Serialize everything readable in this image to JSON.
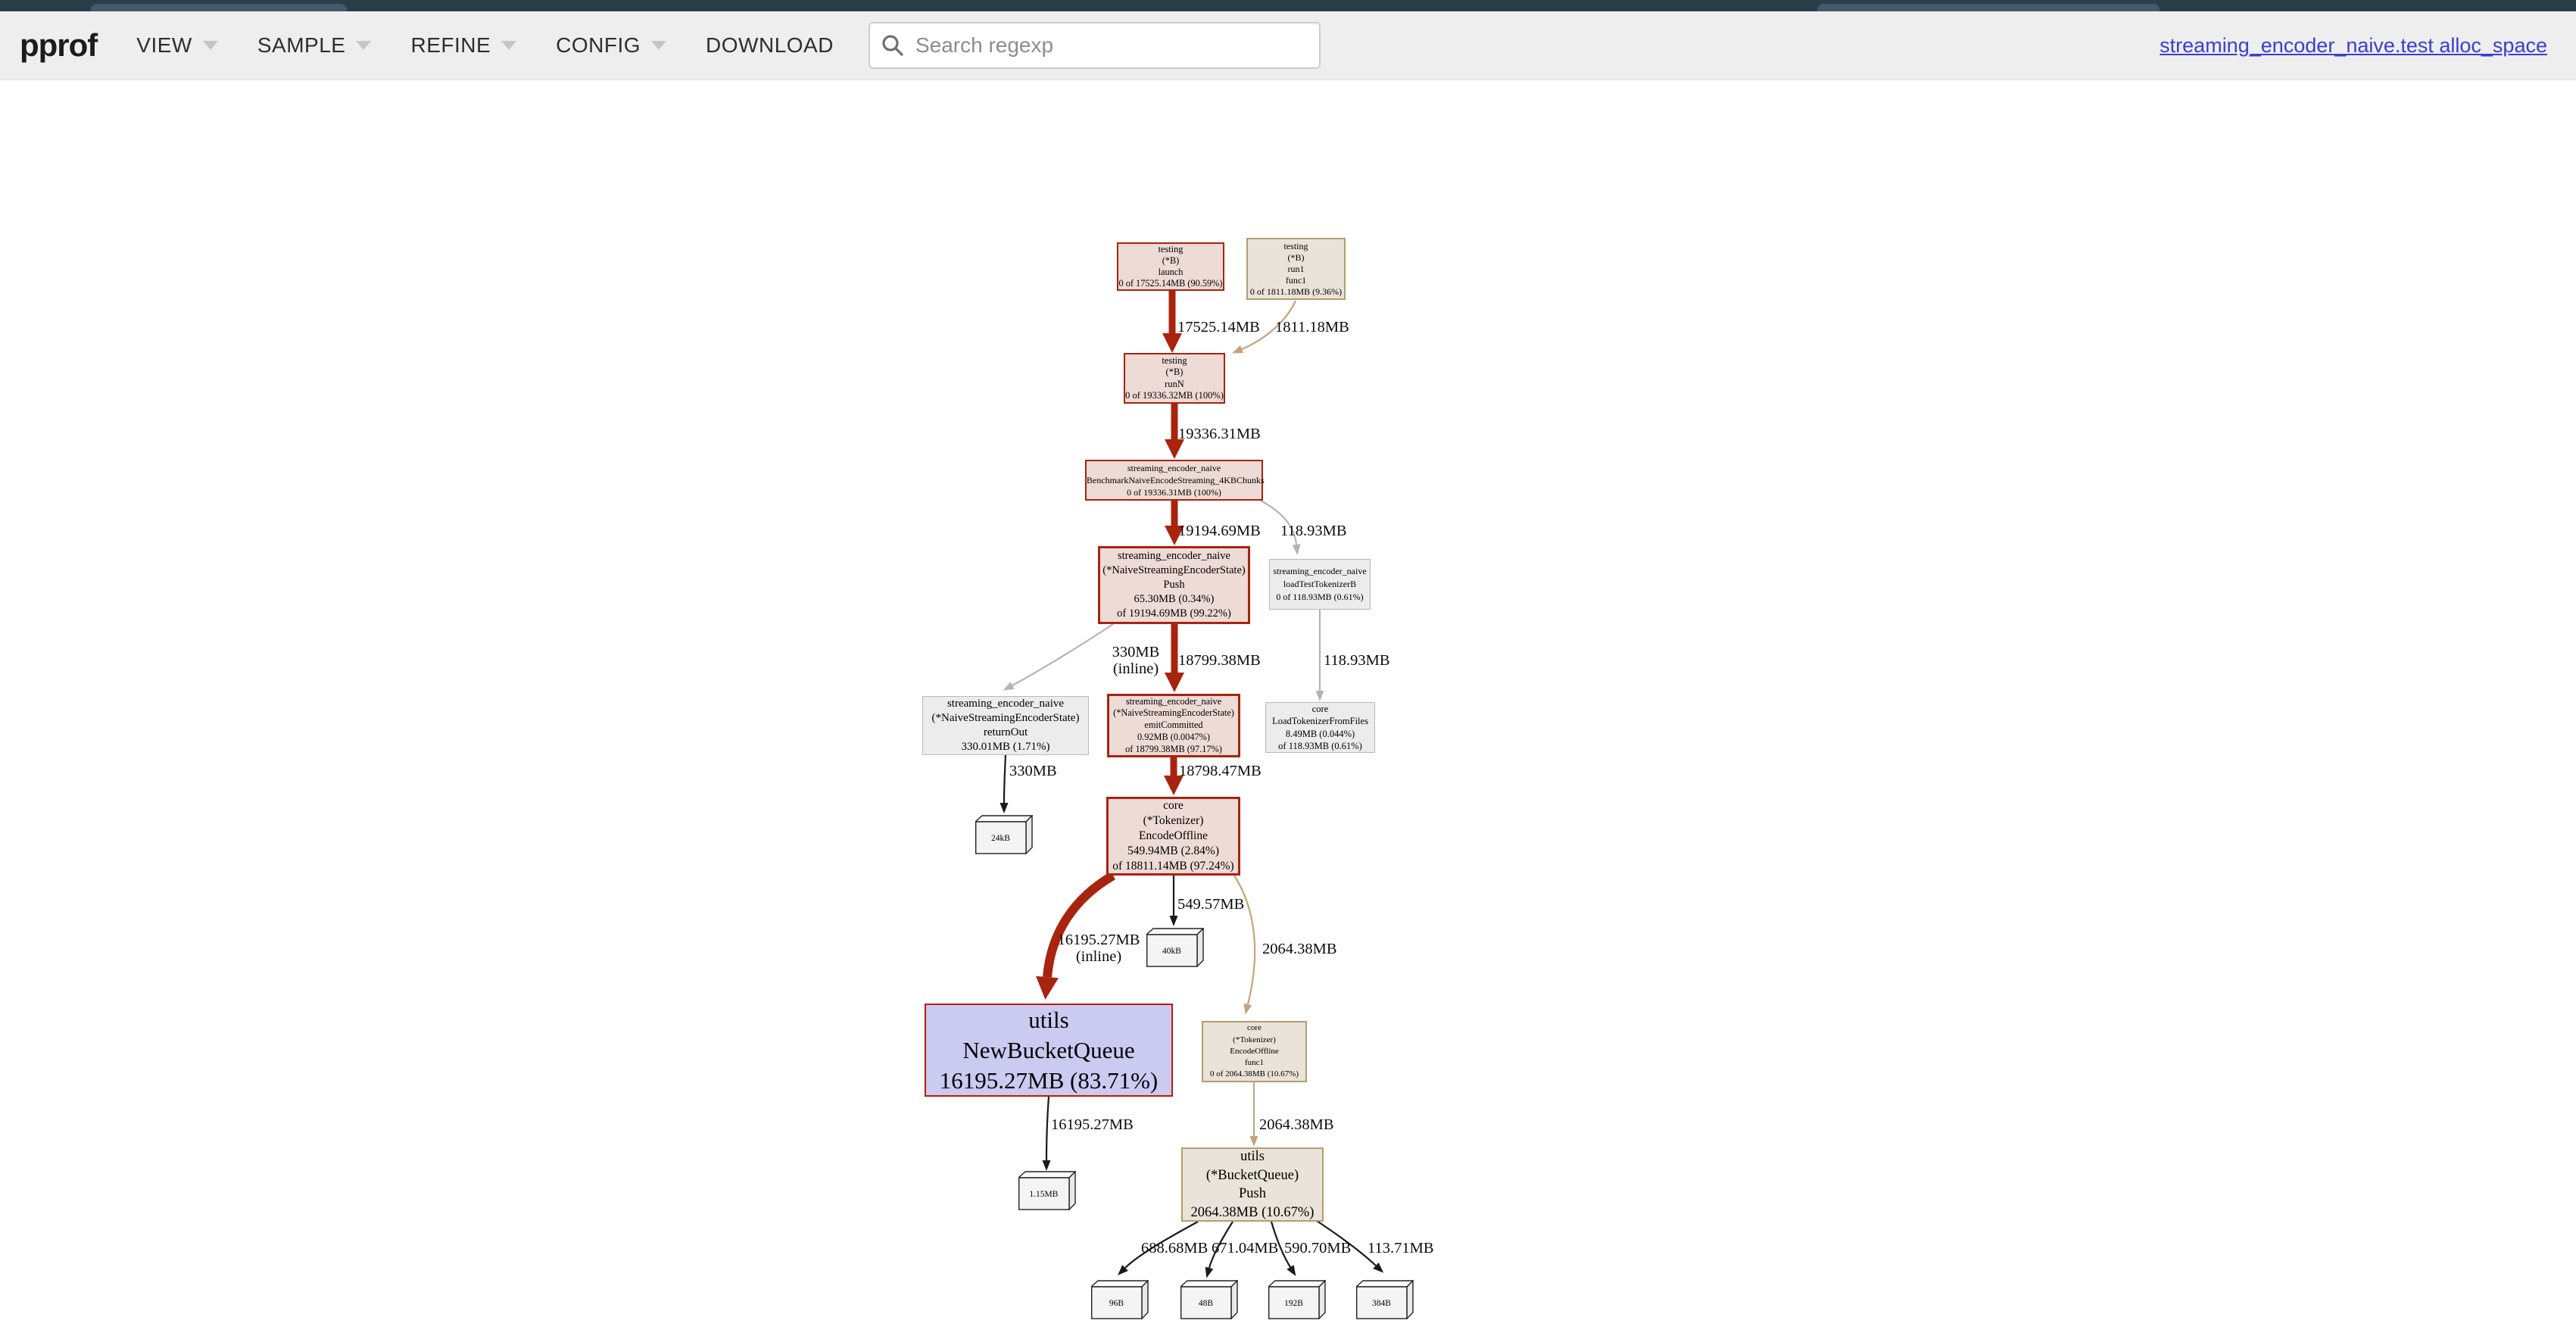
{
  "navbar": {
    "logo": "pprof",
    "menus": [
      {
        "label": "VIEW",
        "has_dropdown": true
      },
      {
        "label": "SAMPLE",
        "has_dropdown": true
      },
      {
        "label": "REFINE",
        "has_dropdown": true
      },
      {
        "label": "CONFIG",
        "has_dropdown": true
      },
      {
        "label": "DOWNLOAD",
        "has_dropdown": false
      }
    ],
    "search_placeholder": "Search regexp",
    "profile_link": "streaming_encoder_naive.test alloc_space"
  },
  "graph": {
    "nodes": {
      "launch": {
        "text": "testing\n(*B)\nlaunch\n0 of 17525.14MB (90.59%)"
      },
      "run1func1": {
        "text": "testing\n(*B)\nrun1\nfunc1\n0 of 1811.18MB (9.36%)"
      },
      "runN": {
        "text": "testing\n(*B)\nrunN\n0 of 19336.32MB (100%)"
      },
      "bench": {
        "text": "streaming_encoder_naive\nBenchmarkNaiveEncodeStreaming_4KBChunks\n0 of 19336.31MB (100%)"
      },
      "push": {
        "text": "streaming_encoder_naive\n(*NaiveStreamingEncoderState)\nPush\n65.30MB (0.34%)\nof 19194.69MB (99.22%)"
      },
      "loadtest": {
        "text": "streaming_encoder_naive\nloadTestTokenizerB\n0 of 118.93MB (0.61%)"
      },
      "returnout": {
        "text": "streaming_encoder_naive\n(*NaiveStreamingEncoderState)\nreturnOut\n330.01MB (1.71%)"
      },
      "emit": {
        "text": "streaming_encoder_naive\n(*NaiveStreamingEncoderState)\nemitCommitted\n0.92MB (0.0047%)\nof 18799.38MB (97.17%)"
      },
      "ltff": {
        "text": "core\nLoadTokenizerFromFiles\n8.49MB (0.044%)\nof 118.93MB (0.61%)"
      },
      "encode": {
        "text": "core\n(*Tokenizer)\nEncodeOffline\n549.94MB (2.84%)\nof 18811.14MB (97.24%)"
      },
      "nbq": {
        "text": "utils\nNewBucketQueue\n16195.27MB (83.71%)"
      },
      "func1": {
        "text": "core\n(*Tokenizer)\nEncodeOffline\nfunc1\n0 of 2064.38MB (10.67%)"
      },
      "bqpush": {
        "text": "utils\n(*BucketQueue)\nPush\n2064.38MB (10.67%)"
      }
    },
    "leaves": {
      "b24kb": {
        "label": "24kB"
      },
      "b40kb": {
        "label": "40kB"
      },
      "b115mb": {
        "label": "1.15MB"
      },
      "b96b": {
        "label": "96B"
      },
      "b48b": {
        "label": "48B"
      },
      "b192b": {
        "label": "192B"
      },
      "b384b": {
        "label": "384B"
      }
    },
    "edge_labels": {
      "launch_runN": "17525.14MB",
      "run1_runN": "1811.18MB",
      "runN_bench": "19336.31MB",
      "bench_push": "19194.69MB",
      "bench_loadtest": "118.93MB",
      "push_returnout": "330MB\n(inline)",
      "push_emit": "18799.38MB",
      "loadtest_ltff": "118.93MB",
      "returnout_box": "330MB",
      "emit_encode": "18798.47MB",
      "encode_40kb": "549.57MB",
      "encode_nbq": "16195.27MB\n(inline)",
      "encode_func1": "2064.38MB",
      "nbq_box": "16195.27MB",
      "func1_bqpush": "2064.38MB",
      "bqpush_96b": "688.68MB",
      "bqpush_48b": "671.04MB",
      "bqpush_192b": "590.70MB",
      "bqpush_384b": "113.71MB"
    }
  },
  "colors": {
    "hot_red": "#a8240f",
    "bright_red": "#bb1b04",
    "hot_fill": "#eedbd6",
    "major_fill": "#cbcaf1",
    "tan_border": "#b09d72",
    "tan_edge": "#c2a57c",
    "tan_fill": "#eae3d9",
    "gray_fill": "#ececec",
    "gray_border": "#b9b9b9",
    "navbar_bg": "#eeeeee",
    "chrome_strip": "#2b3d49",
    "link_blue": "#3d3dd2"
  }
}
